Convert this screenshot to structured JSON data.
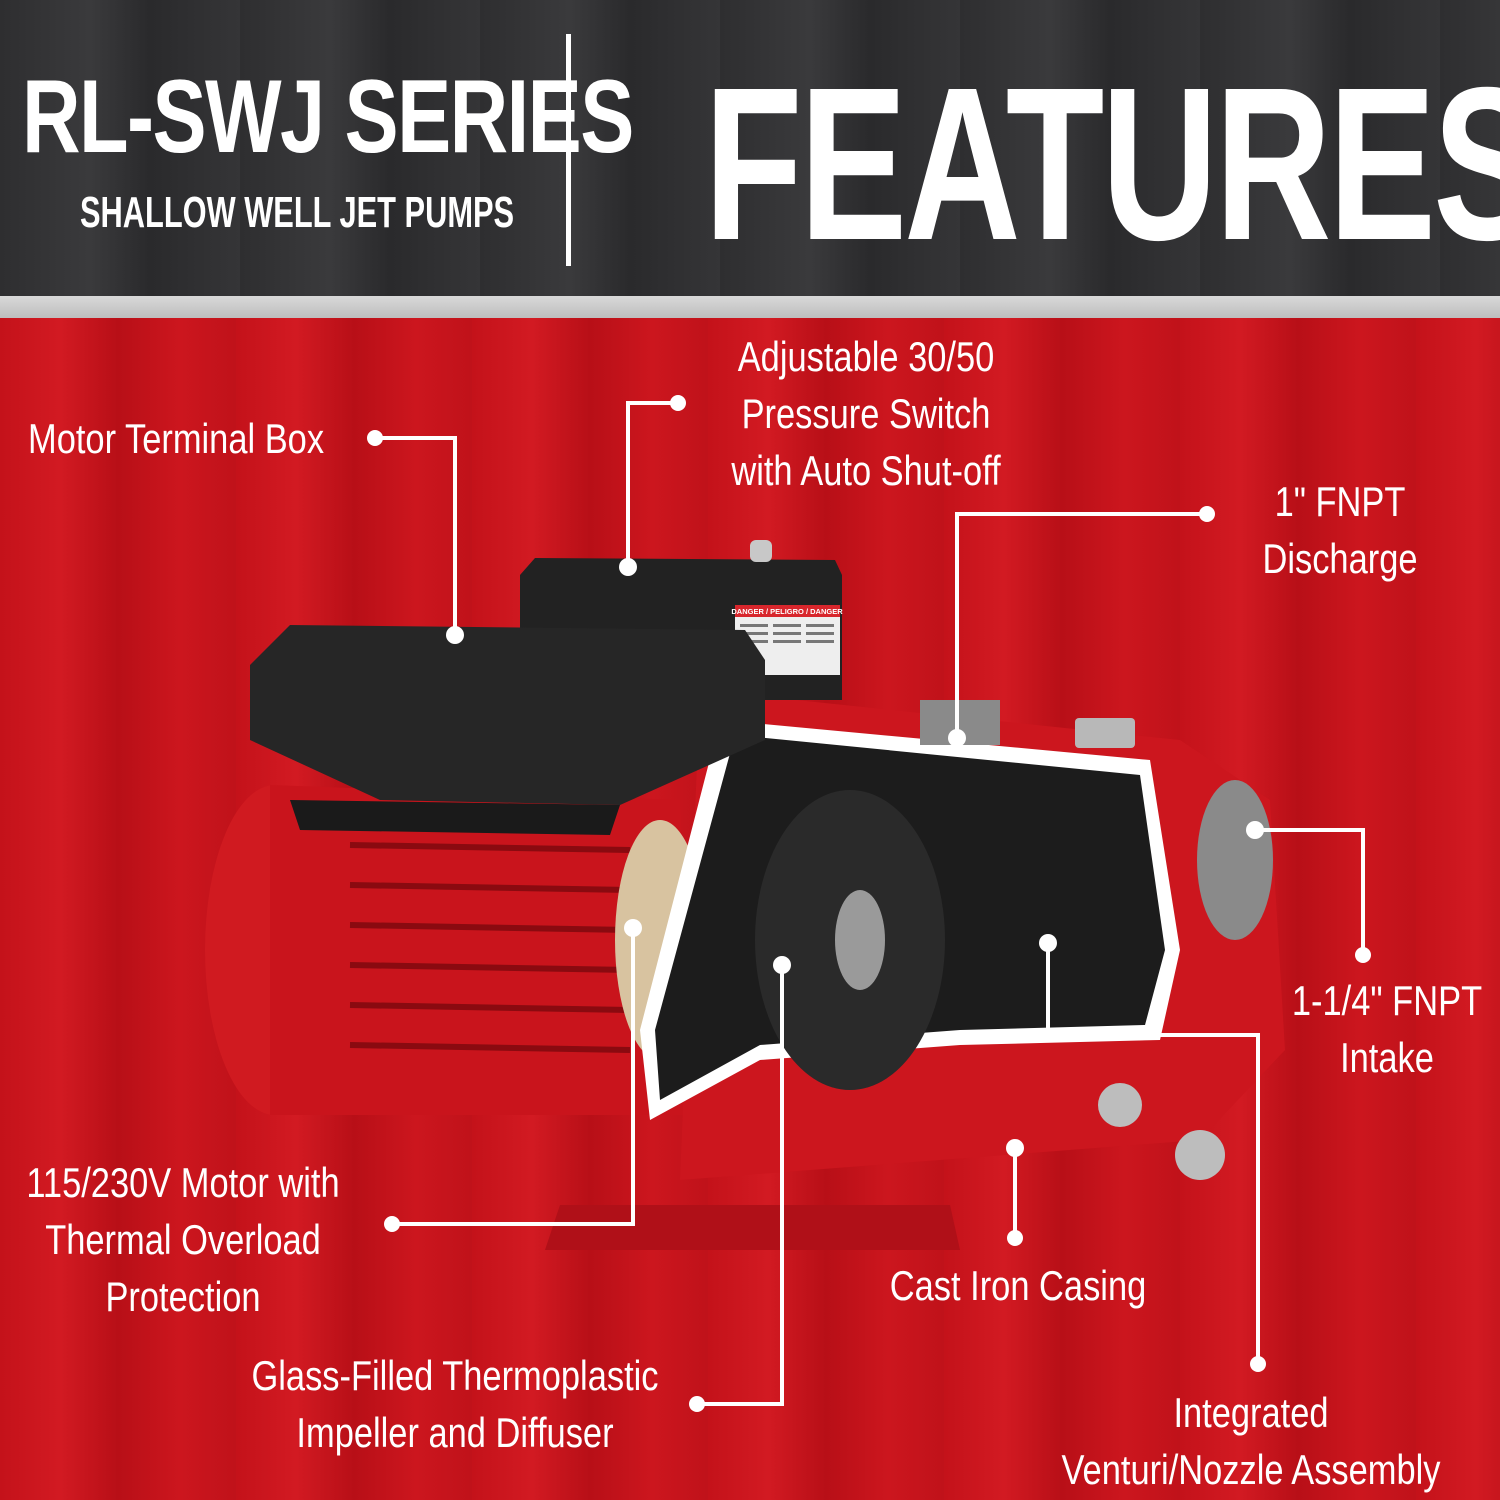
{
  "header": {
    "series_title": "RL-SWJ SERIES",
    "series_subtitle": "SHALLOW WELL JET PUMPS",
    "features_title": "FEATURES"
  },
  "colors": {
    "header_bg": "#333335",
    "red_bg": "#c8141c",
    "text": "#ffffff"
  },
  "product": {
    "warning_label": "DANGER / PELIGRO / DANGER"
  },
  "callouts": {
    "terminal_box": "Motor Terminal Box",
    "pressure_switch": [
      "Adjustable 30/50",
      "Pressure Switch",
      "with Auto Shut-off"
    ],
    "discharge": [
      "1\" FNPT",
      "Discharge"
    ],
    "intake": [
      "1-1/4\" FNPT",
      "Intake"
    ],
    "motor": [
      "115/230V Motor with",
      "Thermal Overload",
      "Protection"
    ],
    "impeller": [
      "Glass-Filled Thermoplastic",
      "Impeller and Diffuser"
    ],
    "casing": "Cast Iron Casing",
    "venturi": [
      "Integrated",
      "Venturi/Nozzle Assembly"
    ]
  }
}
